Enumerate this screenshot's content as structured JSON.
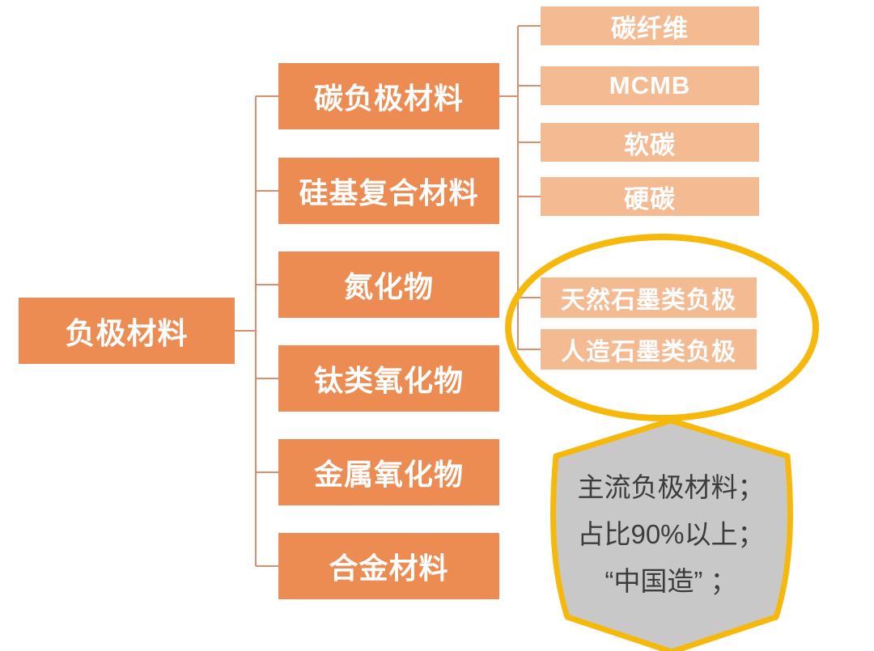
{
  "colors": {
    "node": "#ED8C52",
    "subnode": "#F4BA92",
    "node_text": "#FFFFFF",
    "connector": "#DD8E6F",
    "highlight": "#F7B80C",
    "callout_fill": "#C8C8C8",
    "callout_border": "#F7B80C",
    "callout_text": "#3C3C3C"
  },
  "tree": {
    "root": "负极材料",
    "children": [
      "碳负极材料",
      "硅基复合材料",
      "氮化物",
      "钛类氧化物",
      "金属氧化物",
      "合金材料"
    ],
    "carbon_children": [
      "碳纤维",
      "MCMB",
      "软碳",
      "硬碳"
    ],
    "graphite_children": [
      "天然石墨类负极",
      "人造石墨类负极"
    ]
  },
  "callout": {
    "lines": [
      "主流负极材料；",
      "占比90%以上；",
      "“中国造” ；"
    ]
  }
}
